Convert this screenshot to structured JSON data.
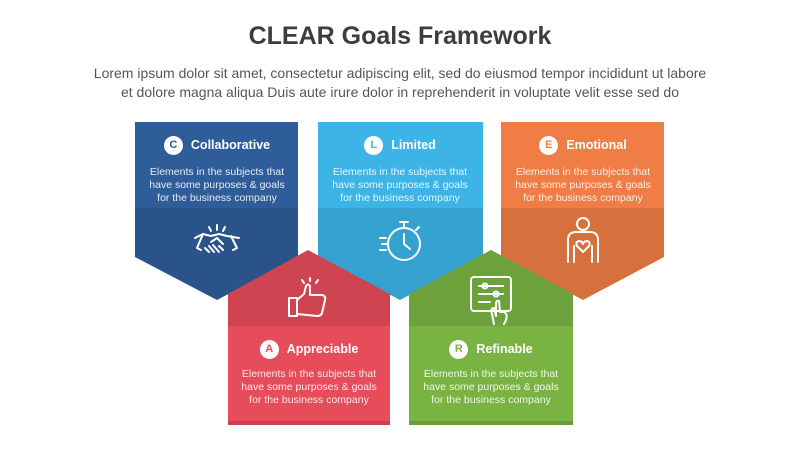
{
  "header": {
    "title": "CLEAR Goals Framework",
    "subtitle_line1": "Lorem ipsum dolor sit amet, consectetur adipiscing elit, sed do eiusmod tempor incididunt ut labore",
    "subtitle_line2": "et dolore magna aliqua Duis aute irure dolor in reprehenderit in voluptate velit esse sed do"
  },
  "cards": [
    {
      "letter": "C",
      "title": "Collaborative",
      "desc_line1": "Elements in the subjects that",
      "desc_line2": "have  some purposes & goals",
      "desc_line3": "for the  business company",
      "color": "#2f5d9a",
      "icon": "handshake-icon"
    },
    {
      "letter": "L",
      "title": "Limited",
      "desc_line1": "Elements in the subjects that",
      "desc_line2": "have  some purposes & goals",
      "desc_line3": "for the  business company",
      "color": "#3cb4e6",
      "icon": "stopwatch-icon"
    },
    {
      "letter": "E",
      "title": "Emotional",
      "desc_line1": "Elements in the subjects that",
      "desc_line2": "have  some purposes & goals",
      "desc_line3": "for the  business company",
      "color": "#ef7d45",
      "icon": "person-heart-icon"
    },
    {
      "letter": "A",
      "title": "Appreciable",
      "desc_line1": "Elements in the subjects that",
      "desc_line2": "have  some purposes & goals",
      "desc_line3": "for the  business company",
      "color": "#e64c5a",
      "icon": "thumbs-up-icon"
    },
    {
      "letter": "R",
      "title": "Refinable",
      "desc_line1": "Elements in the subjects that",
      "desc_line2": "have  some purposes & goals",
      "desc_line3": "for the  business company",
      "color": "#79b443",
      "icon": "touch-settings-icon"
    }
  ]
}
